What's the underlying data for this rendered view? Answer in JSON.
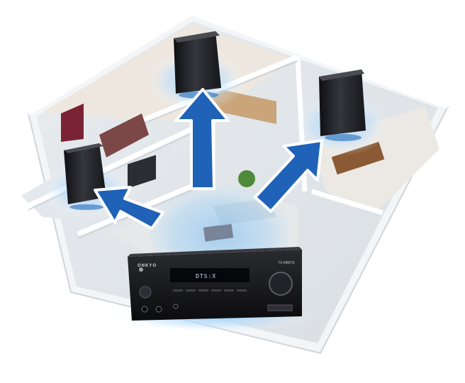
{
  "receiver": {
    "brand": "ONKYO",
    "display_text": "DTS:X",
    "model": "TX-NR676"
  },
  "colors": {
    "arrow": "#1f62b8",
    "arrow_dark": "#154a8f",
    "glow": "#9fd2ff",
    "floor": "#eceff2",
    "wall": "#f7f8f9",
    "speaker": "#1c1c20",
    "receiver": "#141416"
  },
  "icons": {
    "speakers": [
      "speaker-left-room",
      "speaker-kitchen",
      "speaker-dining"
    ],
    "arrows": [
      "arrow-up-left",
      "arrow-up",
      "arrow-up-right"
    ]
  }
}
